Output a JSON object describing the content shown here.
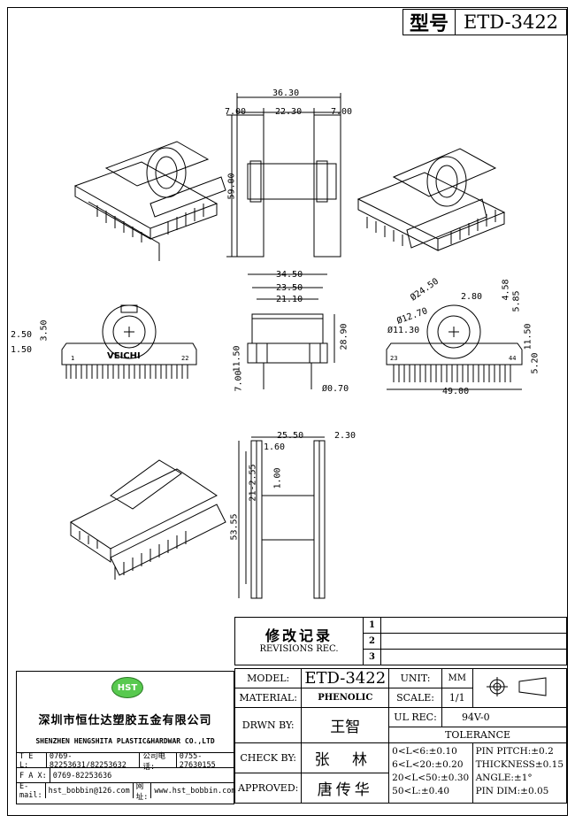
{
  "title": {
    "label": "型号",
    "model": "ETD-3422"
  },
  "dimensions": {
    "front": [
      "36.30",
      "7.00",
      "22.30",
      "7.00",
      "59.00"
    ],
    "mid": [
      "34.50",
      "23.50",
      "21.10",
      "28.90",
      "11.50",
      "7.00",
      "Ø0.70"
    ],
    "left_side": [
      "2.50",
      "3.50",
      "1.50"
    ],
    "right_side": [
      "Ø24.50",
      "2.80",
      "4.58",
      "5.85",
      "Ø12.70",
      "Ø11.30",
      "11.50",
      "5.20",
      "49.00"
    ],
    "bottom": [
      "25.50",
      "2.30",
      "1.60",
      "1.00",
      "21-2.55",
      "53.55"
    ],
    "bobbin_text": "VEICHI",
    "pin_labels": [
      "1",
      "22",
      "23",
      "44"
    ]
  },
  "revisions": {
    "title": "修改记录",
    "subtitle": "REVISIONS REC.",
    "marks": [
      "1",
      "2",
      "3"
    ]
  },
  "company": {
    "logo": "HST",
    "name_cn": "深圳市恒仕达塑胶五金有限公司",
    "name_en": "SHENZHEN HENGSHITA PLASTIC&HARDWAR CO.,LTD",
    "tel_label": "T E L:",
    "tel": "0769-82253631/82253632",
    "company_phone_label": "公司电话:",
    "company_phone": "0755-27630155",
    "fax_label": "F A X:",
    "fax": "0769-82253636",
    "email_label": "E-mail:",
    "email": "hst_bobbin@126.com",
    "web_label": "网 址:",
    "web": "www.hst_bobbin.com"
  },
  "spec": {
    "model_label": "MODEL:",
    "model": "ETD-3422",
    "unit_label": "UNIT:",
    "unit": "MM",
    "material_label": "MATERIAL:",
    "material": "PHENOLIC",
    "scale_label": "SCALE:",
    "scale": "1/1",
    "drawn_label": "DRWN BY:",
    "drawn": "王智",
    "ul_label": "UL REC:",
    "ul": "94V-0",
    "tolerance_label": "TOLERANCE",
    "check_label": "CHECK BY:",
    "check": "张 林",
    "approved_label": "APPROVED:",
    "approved": "唐传华",
    "tolerances_left": [
      "0<L<6:±0.10",
      "6<L<20:±0.20",
      "20<L<50:±0.30",
      "50<L:±0.40"
    ],
    "tolerances_right": [
      "PIN PITCH:±0.2",
      "THICKNESS±0.15",
      "ANGLE:±1°",
      "PIN DIM:±0.05"
    ]
  }
}
